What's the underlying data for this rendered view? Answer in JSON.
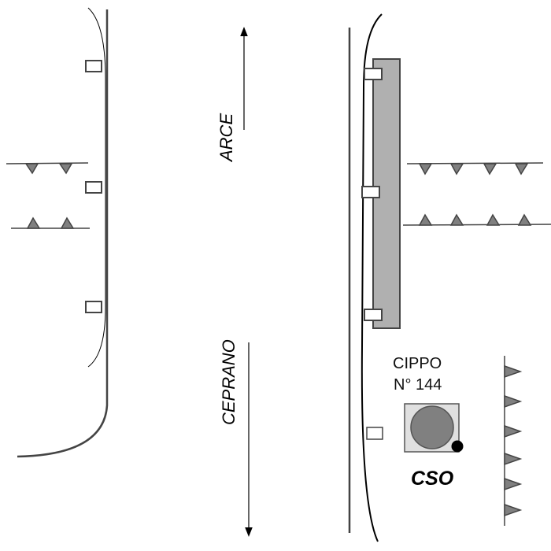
{
  "labels": {
    "direction_up": "ARCE",
    "direction_down": "CEPRANO",
    "marker_line1": "CIPPO",
    "marker_line2": "N° 144",
    "cso": "CSO"
  },
  "colors": {
    "line": "#444444",
    "grey_block": "#b0b0b0",
    "spike": "#808080",
    "cippo_square": "#e0e0e0",
    "cippo_circle": "#808080"
  }
}
